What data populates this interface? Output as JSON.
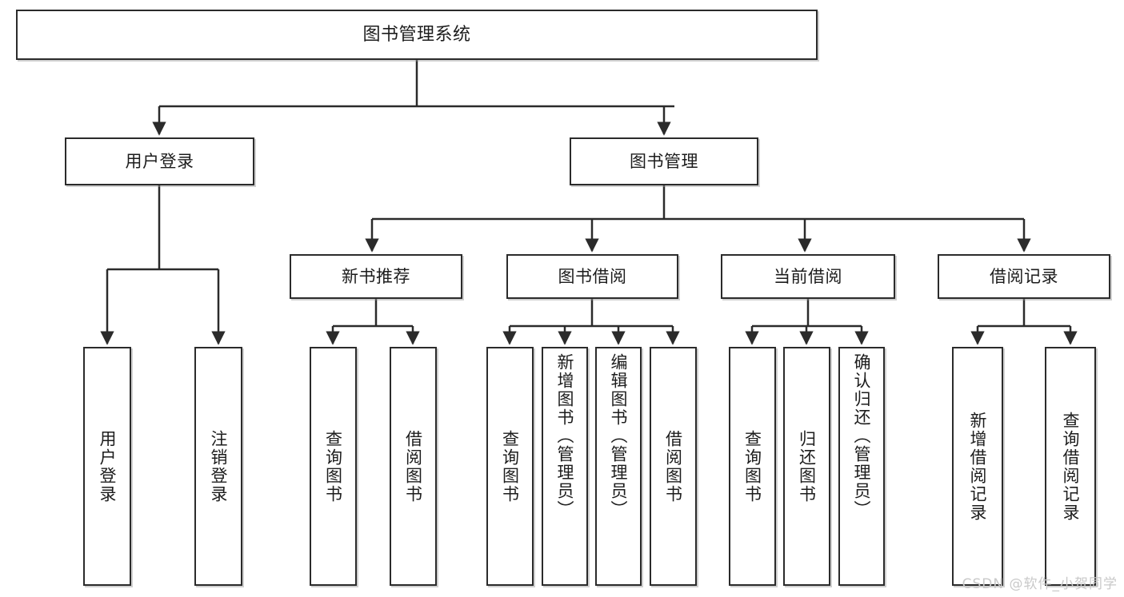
{
  "diagram": {
    "title": "图书管理系统",
    "type": "tree",
    "watermark": "CSDN @软件_小贺同学",
    "colors": {
      "box_border": "#2b2b2b",
      "box_fill": "#ffffff",
      "connector": "#2b2b2b",
      "watermark": "#c9c9c9",
      "page_background": "#ffffff"
    },
    "levels": {
      "root": [
        "图书管理系统"
      ],
      "level2": [
        "用户登录",
        "图书管理"
      ],
      "level3": [
        "新书推荐",
        "图书借阅",
        "当前借阅",
        "借阅记录"
      ]
    },
    "nodes": {
      "root": {
        "label": "图书管理系统"
      },
      "user_login": {
        "label": "用户登录"
      },
      "book_manage": {
        "label": "图书管理"
      },
      "new_book_rec": {
        "label": "新书推荐"
      },
      "book_borrow": {
        "label": "图书借阅"
      },
      "current_borrow": {
        "label": "当前借阅"
      },
      "borrow_record": {
        "label": "借阅记录"
      },
      "leaf_user_login": {
        "label": "用户登录"
      },
      "leaf_logout": {
        "label": "注销登录"
      },
      "leaf_query_book_1": {
        "label": "查询图书"
      },
      "leaf_borrow_book_1": {
        "label": "借阅图书"
      },
      "leaf_query_book_2": {
        "label": "查询图书"
      },
      "leaf_add_book": {
        "label": "新增图书（管理员）"
      },
      "leaf_edit_book": {
        "label": "编辑图书（管理员）"
      },
      "leaf_borrow_book_2": {
        "label": "借阅图书"
      },
      "leaf_query_book_3": {
        "label": "查询图书"
      },
      "leaf_return_book": {
        "label": "归还图书"
      },
      "leaf_confirm_return": {
        "label": "确认归还（管理员）"
      },
      "leaf_add_record": {
        "label": "新增借阅记录"
      },
      "leaf_query_record": {
        "label": "查询借阅记录"
      }
    },
    "edges": [
      {
        "from": "root",
        "to": "user_login"
      },
      {
        "from": "root",
        "to": "book_manage"
      },
      {
        "from": "user_login",
        "to": "leaf_user_login"
      },
      {
        "from": "user_login",
        "to": "leaf_logout"
      },
      {
        "from": "book_manage",
        "to": "new_book_rec"
      },
      {
        "from": "book_manage",
        "to": "book_borrow"
      },
      {
        "from": "book_manage",
        "to": "current_borrow"
      },
      {
        "from": "book_manage",
        "to": "borrow_record"
      },
      {
        "from": "new_book_rec",
        "to": "leaf_query_book_1"
      },
      {
        "from": "new_book_rec",
        "to": "leaf_borrow_book_1"
      },
      {
        "from": "book_borrow",
        "to": "leaf_query_book_2"
      },
      {
        "from": "book_borrow",
        "to": "leaf_add_book"
      },
      {
        "from": "book_borrow",
        "to": "leaf_edit_book"
      },
      {
        "from": "book_borrow",
        "to": "leaf_borrow_book_2"
      },
      {
        "from": "current_borrow",
        "to": "leaf_query_book_3"
      },
      {
        "from": "current_borrow",
        "to": "leaf_return_book"
      },
      {
        "from": "current_borrow",
        "to": "leaf_confirm_return"
      },
      {
        "from": "borrow_record",
        "to": "leaf_add_record"
      },
      {
        "from": "borrow_record",
        "to": "leaf_query_record"
      }
    ]
  }
}
